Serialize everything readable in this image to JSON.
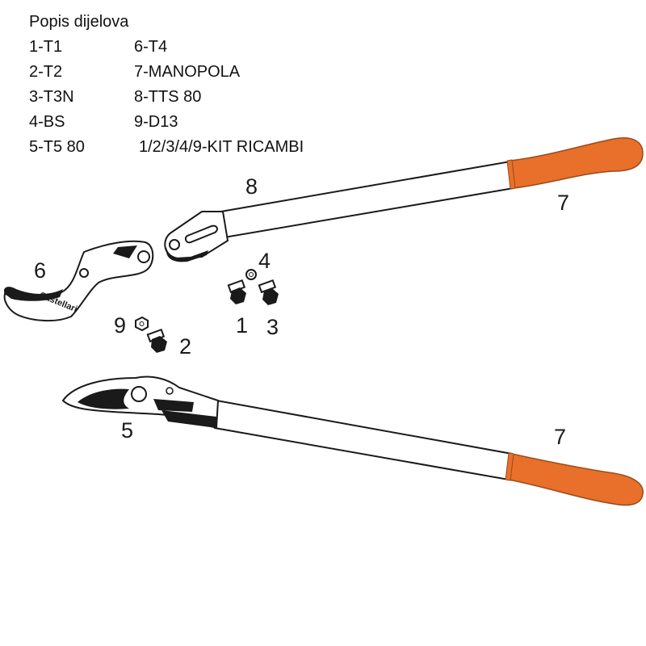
{
  "legend": {
    "title": "Popis dijelova",
    "items": [
      {
        "label": "1-T1"
      },
      {
        "label": "2-T2"
      },
      {
        "label": "3-T3N"
      },
      {
        "label": "4-BS"
      },
      {
        "label": "5-T5 80"
      },
      {
        "label": "6-T4"
      },
      {
        "label": "7-MANOPOLA"
      },
      {
        "label": "8-TTS 80"
      },
      {
        "label": "9-D13"
      },
      {
        "label": "1/2/3/4/9-KIT RICAMBI"
      }
    ]
  },
  "callouts": {
    "n1": "1",
    "n2": "2",
    "n3": "3",
    "n4": "4",
    "n5": "5",
    "n6": "6",
    "n7a": "7",
    "n7b": "7",
    "n8": "8",
    "n9": "9"
  },
  "blade_logo_text": "Castellari",
  "colors": {
    "handle_grip": "#E8702A",
    "outline": "#1a1a1a",
    "tube": "#ffffff"
  }
}
